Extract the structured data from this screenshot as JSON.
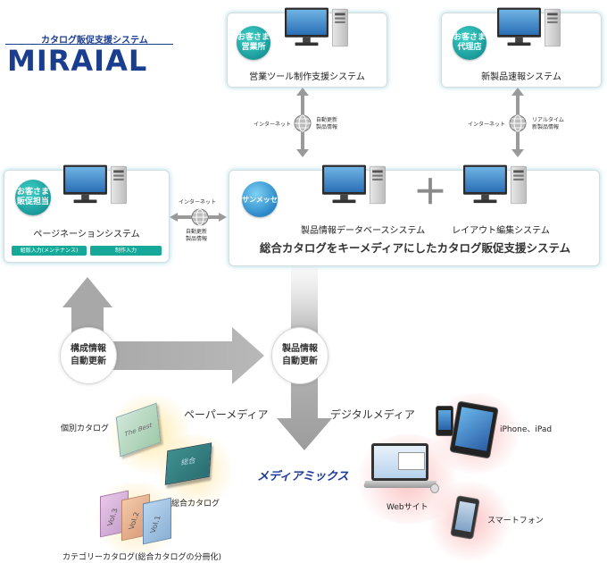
{
  "logo": {
    "subtitle": "カタログ販促支援システム",
    "name": "MIRAIAL"
  },
  "top_left_panel": {
    "badge": "お客さま\n営業所",
    "label": "営業ツール制作支援システム"
  },
  "top_right_panel": {
    "badge": "お客さま\n代理店",
    "label": "新製品速報システム"
  },
  "left_panel": {
    "badge": "お客さま\n販促担当",
    "label": "ページネーションシステム",
    "buttons": [
      "組版入力(メンテナンス)",
      "制作入力"
    ]
  },
  "main_panel": {
    "badge": "サンメッセ",
    "label_left": "製品情報データベースシステム",
    "label_right": "レイアウト編集システム",
    "plus": "＋",
    "headline": "総合カタログをキーメディアにしたカタログ販促支援システム"
  },
  "connectors": {
    "top_left": {
      "left": "インターネット",
      "right1": "自動更新",
      "right2": "製品情報"
    },
    "top_right": {
      "left": "インターネット",
      "right1": "リアルタイム",
      "right2": "新製品情報"
    },
    "middle": {
      "top": "インターネット",
      "bottom1": "自動更新",
      "bottom2": "製品情報"
    }
  },
  "flow": {
    "left_circle": {
      "line1": "構成情報",
      "line2": "自動更新"
    },
    "right_circle": {
      "line1": "製品情報",
      "line2": "自動更新"
    }
  },
  "media": {
    "paper": "ペーパーメディア",
    "digital": "デジタルメディア",
    "mix": "メディアミックス",
    "catalog_individual": "個別カタログ",
    "catalog_total": "総合カタログ",
    "catalog_category": "カテゴリーカタログ(総合カタログの分冊化)",
    "book_text": "The Best",
    "book_total_text": "総合",
    "vol1": "Vol.1",
    "vol2": "Vol.2",
    "vol3": "Vol.3",
    "iphone": "iPhone、iPad",
    "web": "Webサイト",
    "smartphone": "スマートフォン"
  }
}
